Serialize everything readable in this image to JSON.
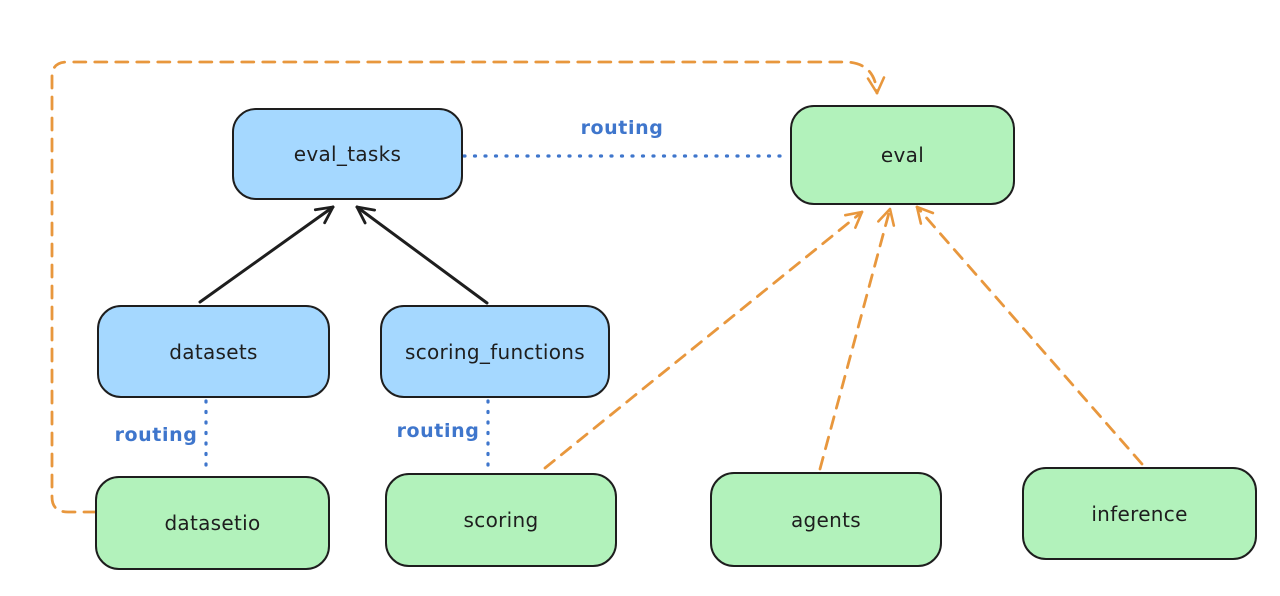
{
  "diagram": {
    "nodes": {
      "eval_tasks": {
        "label": "eval_tasks",
        "color_group": "blue"
      },
      "eval": {
        "label": "eval",
        "color_group": "green"
      },
      "datasets": {
        "label": "datasets",
        "color_group": "blue"
      },
      "scoring_functions": {
        "label": "scoring_functions",
        "color_group": "blue"
      },
      "datasetio": {
        "label": "datasetio",
        "color_group": "green"
      },
      "scoring": {
        "label": "scoring",
        "color_group": "green"
      },
      "agents": {
        "label": "agents",
        "color_group": "green"
      },
      "inference": {
        "label": "inference",
        "color_group": "green"
      }
    },
    "edges": [
      {
        "from": "datasets",
        "to": "eval_tasks",
        "style": "solid",
        "color": "black",
        "arrow": true,
        "label": ""
      },
      {
        "from": "scoring_functions",
        "to": "eval_tasks",
        "style": "solid",
        "color": "black",
        "arrow": true,
        "label": ""
      },
      {
        "from": "eval_tasks",
        "to": "eval",
        "style": "dotted",
        "color": "blue",
        "arrow": false,
        "label": "routing"
      },
      {
        "from": "datasets",
        "to": "datasetio",
        "style": "dotted",
        "color": "blue",
        "arrow": false,
        "label": "routing"
      },
      {
        "from": "scoring_functions",
        "to": "scoring",
        "style": "dotted",
        "color": "blue",
        "arrow": false,
        "label": "routing"
      },
      {
        "from": "datasetio",
        "to": "eval",
        "style": "dashed",
        "color": "orange",
        "arrow": true,
        "label": ""
      },
      {
        "from": "scoring",
        "to": "eval",
        "style": "dashed",
        "color": "orange",
        "arrow": true,
        "label": ""
      },
      {
        "from": "agents",
        "to": "eval",
        "style": "dashed",
        "color": "orange",
        "arrow": true,
        "label": ""
      },
      {
        "from": "inference",
        "to": "eval",
        "style": "dashed",
        "color": "orange",
        "arrow": true,
        "label": ""
      }
    ],
    "colors": {
      "blue_fill": "#a5d8ff",
      "green_fill": "#b2f2bb",
      "node_stroke": "#1e1e1e",
      "routing_blue": "#3f76cc",
      "dependency_orange": "#e8973d",
      "background": "#ffffff"
    }
  }
}
